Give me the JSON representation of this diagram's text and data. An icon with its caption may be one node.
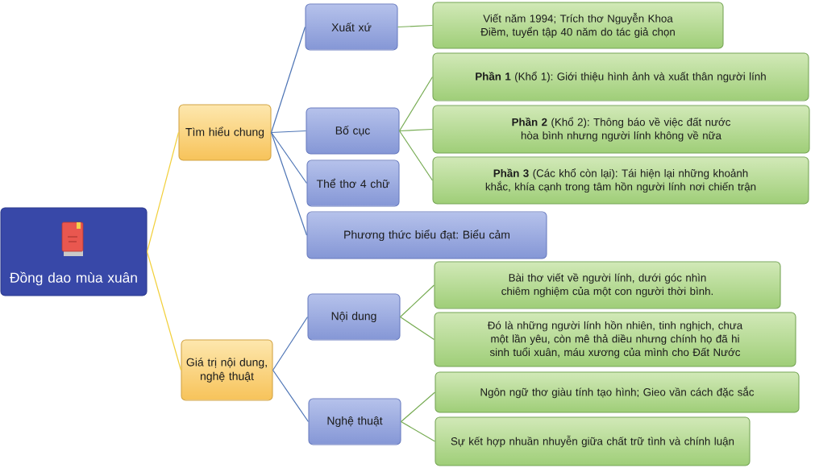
{
  "diagram": {
    "nodes": [
      {
        "text": [
          "Đồng dao mùa xuân"
        ]
      },
      {
        "text": [
          "Tìm hiểu chung"
        ]
      },
      {
        "text": [
          "Xuất xứ"
        ]
      },
      {
        "text": [
          "Viết năm 1994; Trích thơ Nguyễn Khoa Điềm, tuyển tập 40 năm do tác giả chọn"
        ]
      },
      {
        "text": [
          "Bố cục"
        ]
      },
      {
        "text": [
          "**Phần 1** (Khổ 1): Giới thiệu hình ảnh và xuất thân người lính"
        ]
      },
      {
        "text": [
          "**Phần 2** (Khổ 2): Thông báo về việc đất nước hòa bình nhưng người lính không về nữa"
        ]
      },
      {
        "text": [
          "**Phần 3** (Các khổ còn lại): Tái hiện lại những khoảnh khắc, khía cạnh trong tâm hồn người lính nơi chiến trận"
        ]
      },
      {
        "text": [
          "Thể thơ 4 chữ"
        ]
      },
      {
        "text": [
          "Phương thức biểu đạt: Biểu cảm"
        ]
      },
      {
        "text": [
          "Giá trị nội dung, nghệ thuật"
        ]
      },
      {
        "text": [
          "Nội dung"
        ]
      },
      {
        "text": [
          "Bài thơ viết về người lính, dưới góc nhìn chiêm nghiệm của một con người thời bình."
        ]
      },
      {
        "text": [
          "Đó là những người lính hồn nhiên, tinh nghịch, chưa một lần yêu, còn mê thả diều nhưng chính họ đã hi sinh tuổi xuân, máu xương của mình cho Đất Nước"
        ]
      },
      {
        "text": [
          "Nghệ thuật"
        ]
      },
      {
        "text": [
          "Ngôn ngữ thơ giàu tính tạo hình; Gieo vần cách đặc sắc"
        ]
      },
      {
        "text": [
          "Sự kết hợp nhuần nhuyễn giữa chất trữ tình và chính luận"
        ]
      }
    ],
    "edges": [
      {
        "from": 0,
        "to": 1,
        "arrow": "none",
        "color": "#f2d03b"
      },
      {
        "from": 0,
        "to": 10,
        "arrow": "none",
        "color": "#f2d03b"
      },
      {
        "from": 1,
        "to": 2,
        "arrow": "none",
        "color": "#4d74b5"
      },
      {
        "from": 1,
        "to": 4,
        "arrow": "none",
        "color": "#4d74b5"
      },
      {
        "from": 1,
        "to": 8,
        "arrow": "none",
        "color": "#4d74b5"
      },
      {
        "from": 1,
        "to": 9,
        "arrow": "none",
        "color": "#4d74b5"
      },
      {
        "from": 2,
        "to": 3,
        "arrow": "none"
      },
      {
        "from": 4,
        "to": 5,
        "arrow": "none"
      },
      {
        "from": 4,
        "to": 6,
        "arrow": "none"
      },
      {
        "from": 4,
        "to": 7,
        "arrow": "none"
      },
      {
        "from": 10,
        "to": 11,
        "arrow": "none",
        "color": "#4d74b5"
      },
      {
        "from": 10,
        "to": 14,
        "arrow": "none",
        "color": "#4d74b5"
      },
      {
        "from": 11,
        "to": 12,
        "arrow": "none"
      },
      {
        "from": 11,
        "to": 13,
        "arrow": "none"
      },
      {
        "from": 14,
        "to": 15,
        "arrow": "none"
      },
      {
        "from": 14,
        "to": 16,
        "arrow": "none"
      }
    ]
  }
}
